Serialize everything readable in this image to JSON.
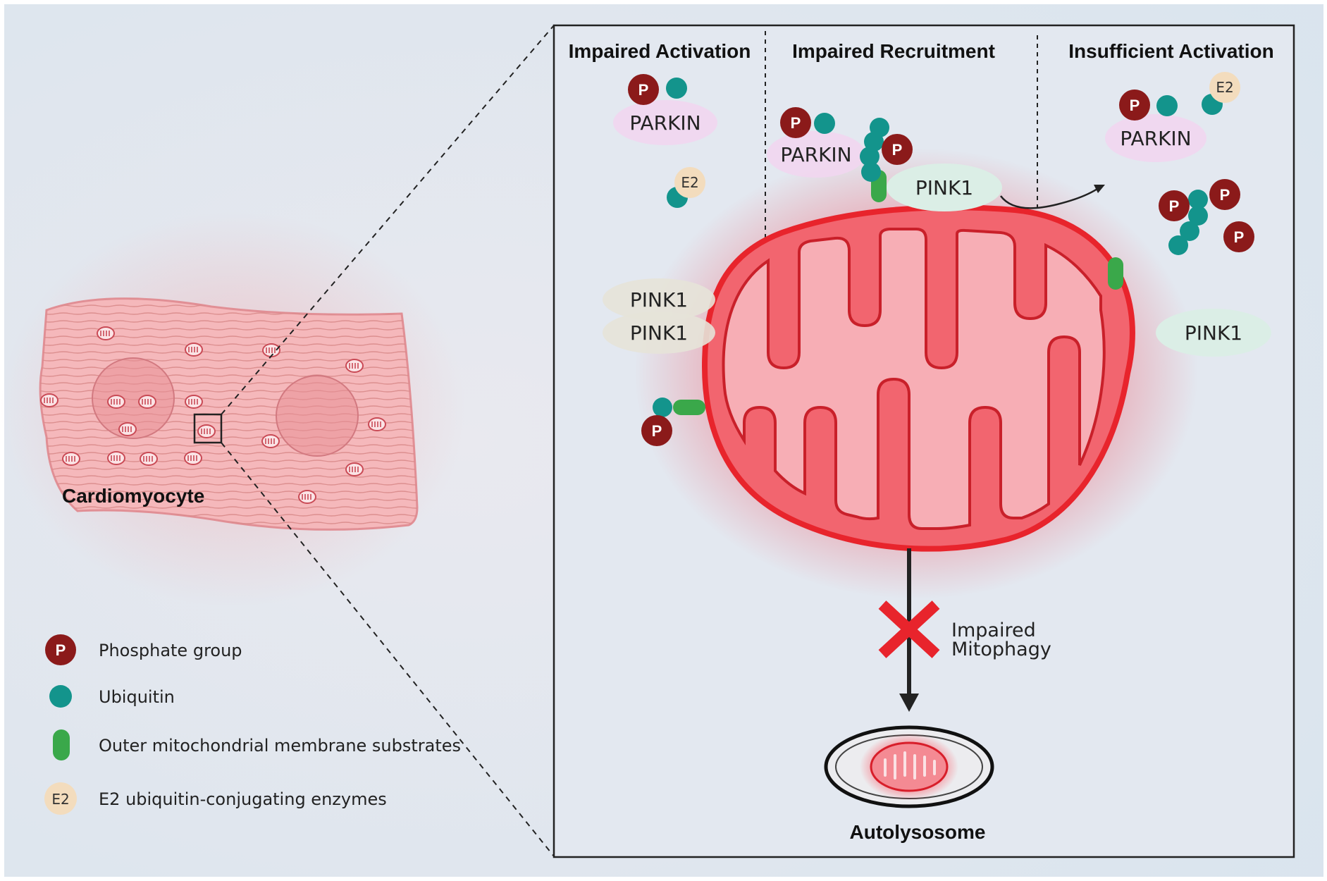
{
  "panels": {
    "impaired_activation": "Impaired Activation",
    "impaired_recruitment": "Impaired Recruitment",
    "insufficient_activation": "Insufficient Activation"
  },
  "cell_label": "Cardiomyocyte",
  "proteins": {
    "parkin": "PARKIN",
    "pink1": "PINK1",
    "phosphate_symbol": "P",
    "e2_symbol": "E2"
  },
  "outcome": {
    "line1": "Impaired",
    "line2": "Mitophagy",
    "autolysosome": "Autolysosome"
  },
  "legend": {
    "phosphate": "Phosphate group",
    "ubiquitin": "Ubiquitin",
    "substrates": "Outer mitochondrial membrane substrates",
    "e2": "E2 ubiquitin-conjugating enzymes"
  },
  "colors": {
    "phosphate": "#8b1a1a",
    "ubiquitin": "#13948c",
    "substrate": "#3aa84a",
    "e2": "#f3dcbd",
    "mito_outline": "#e8242c",
    "mito_fill": "#f2656f",
    "inner_fill": "#f7aeb5",
    "background": "#dde6ee"
  }
}
